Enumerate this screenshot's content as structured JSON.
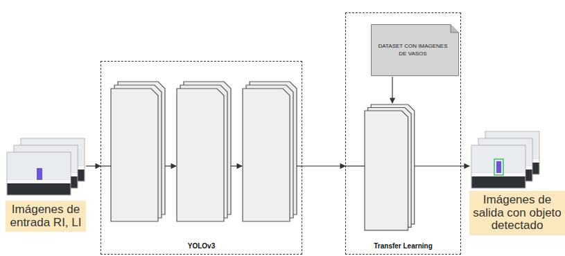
{
  "diagram": {
    "nodes": [
      {
        "text": [
          "Imágenes de entrada RI, LI"
        ]
      },
      {
        "text": [
          "YOLOv3"
        ]
      },
      {
        "text": [
          "Transfer Learning"
        ]
      },
      {
        "text": [
          "DATASET CON IMAGENES DE VASOS"
        ],
        "in": 2
      },
      {
        "text": [
          "Imágenes de salida con objeto detectado"
        ]
      }
    ],
    "edges": [
      {
        "from": 0,
        "to": 1,
        "arrow": "to"
      },
      {
        "from": 1,
        "to": 2,
        "arrow": "to"
      },
      {
        "from": 2,
        "to": 4,
        "arrow": "to"
      }
    ]
  }
}
